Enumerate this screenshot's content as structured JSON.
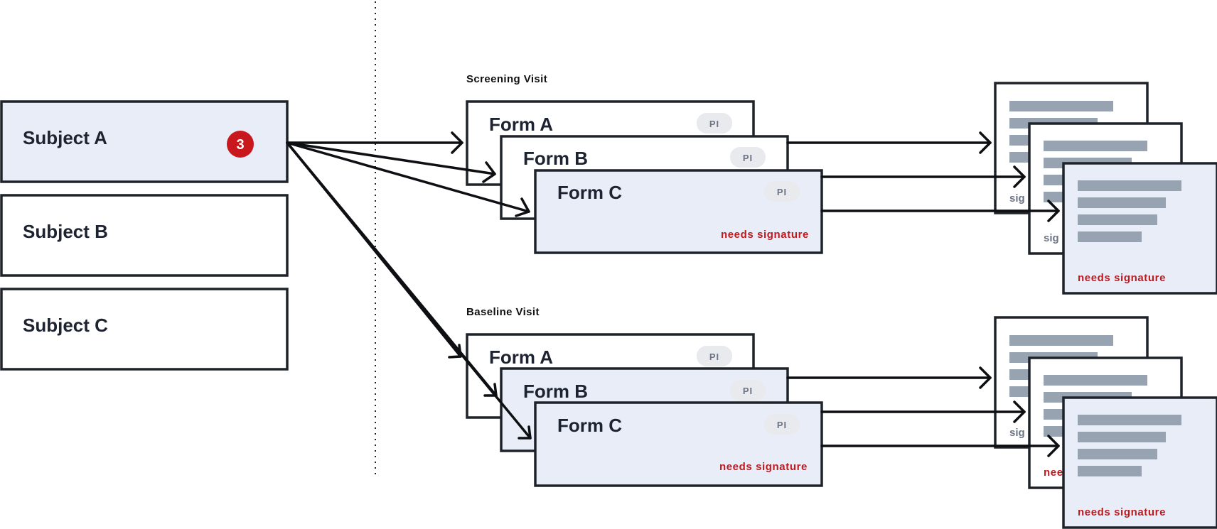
{
  "subjects": [
    {
      "label": "Subject A",
      "badge": "3",
      "highlighted": true
    },
    {
      "label": "Subject B"
    },
    {
      "label": "Subject C"
    }
  ],
  "visits": [
    {
      "label": "Screening Visit",
      "forms": [
        {
          "label": "Form A",
          "role": "PI"
        },
        {
          "label": "Form B",
          "role": "PI"
        },
        {
          "label": "Form C",
          "role": "PI",
          "status": "needs signature"
        }
      ],
      "documents": [
        {
          "footer": "sig"
        },
        {
          "footer": "sig"
        },
        {
          "footer": "needs signature"
        }
      ]
    },
    {
      "label": "Baseline Visit",
      "forms": [
        {
          "label": "Form A",
          "role": "PI"
        },
        {
          "label": "Form B",
          "role": "PI"
        },
        {
          "label": "Form C",
          "role": "PI",
          "status": "needs signature"
        }
      ],
      "documents": [
        {
          "footer": "sig"
        },
        {
          "footer": "nee"
        },
        {
          "footer": "needs signature"
        }
      ]
    }
  ],
  "colors": {
    "highlight_fill": "#e9edf7",
    "border": "#1e2229",
    "badge": "#c8171d",
    "alert_text": "#c0191e",
    "placeholder_bar": "#98a3b2",
    "pill": "#e8eaee"
  }
}
